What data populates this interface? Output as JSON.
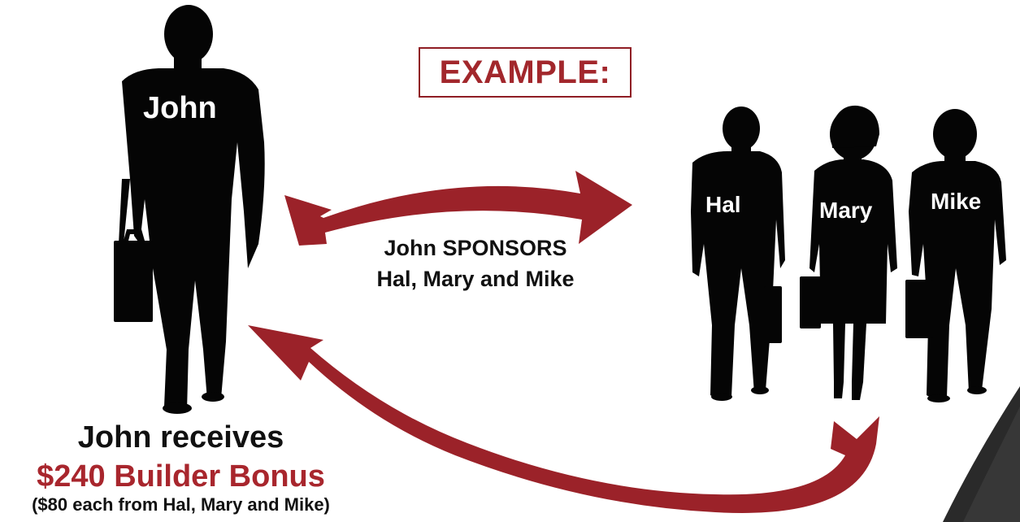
{
  "title": "EXAMPLE:",
  "people": {
    "sponsor": "John",
    "recruit_1": "Hal",
    "recruit_2": "Mary",
    "recruit_3": "Mike"
  },
  "sponsor_caption": {
    "line1": "John SPONSORS",
    "line2": "Hal, Mary and Mike"
  },
  "bonus_caption": {
    "line1": "John receives",
    "line2": "$240 Builder Bonus",
    "line3": "($80 each from Hal, Mary and Mike)"
  },
  "colors": {
    "accent": "#9b2229",
    "silhouette": "#050505",
    "background": "#ffffff"
  }
}
